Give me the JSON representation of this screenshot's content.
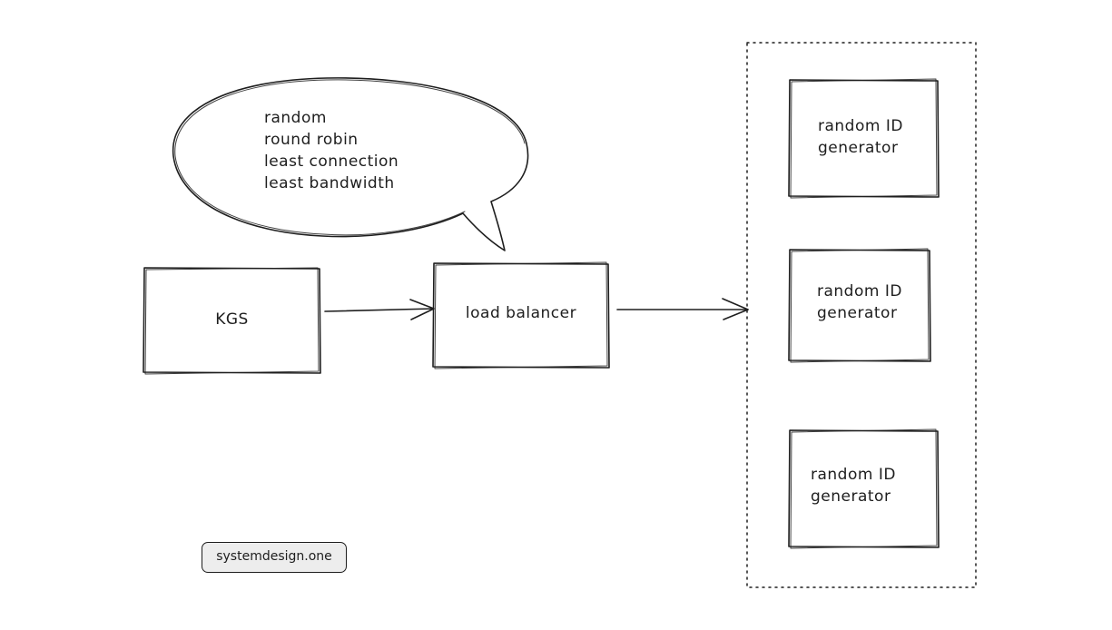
{
  "nodes": {
    "kgs": {
      "label": "KGS"
    },
    "load_balancer": {
      "label": "load balancer"
    },
    "id_generators": [
      {
        "line1": "random ID",
        "line2": "generator"
      },
      {
        "line1": "random ID",
        "line2": "generator"
      },
      {
        "line1": "random ID",
        "line2": "generator"
      }
    ]
  },
  "speech_bubble": {
    "strategies": [
      "random",
      "round robin",
      "least connection",
      "least bandwidth"
    ]
  },
  "watermark": {
    "text": "systemdesign.one"
  },
  "colors": {
    "ink": "#1e1e1e",
    "background": "#ffffff",
    "watermark_fill": "#ededed"
  }
}
